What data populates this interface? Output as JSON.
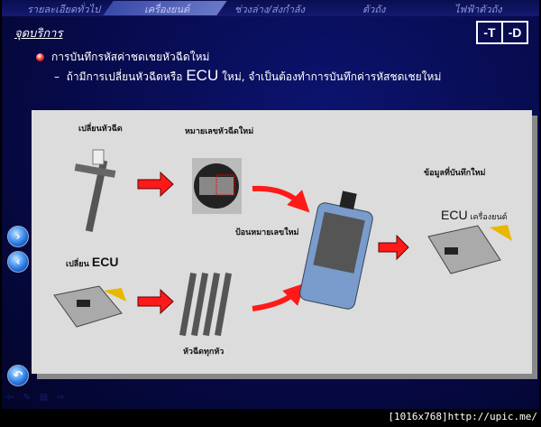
{
  "nav": {
    "tabs": [
      "รายละเอียดทั่วไป",
      "เครื่องยนต์",
      "ช่วงล่าง/ส่งกำลัง",
      "ตัวถัง",
      "ไฟฟ้าตัวถัง"
    ],
    "active": "เครื่องยนต์"
  },
  "title": "จุดบริการ",
  "badges": [
    "-T",
    "-D"
  ],
  "bullet": "การบันทึกรหัสค่าชดเชยหัวฉีดใหม่",
  "sub": {
    "dash": "–",
    "pre": "ถ้ามีการเปลี่ยนหัวฉีดหรือ",
    "ecu": "ECU",
    "post": "ใหม่, จำเป็นต้องทำการบันทึกค่ารหัสชดเชยใหม่"
  },
  "diagram": {
    "replace_injector": "เปลี่ยนหัวฉีด",
    "new_injector_code": "หมายเลขหัวฉีดใหม่",
    "replace_ecu_pre": "เปลี่ยน",
    "replace_ecu": "ECU",
    "input_new_code": "ป้อนหมายเลขใหม่",
    "all_injectors": "หัวฉีดทุกหัว",
    "new_saved_data": "ข้อมูลที่บันทึกใหม่",
    "target_ecu": "ECU",
    "target_ecu_suffix": "เครื่องยนต์"
  },
  "colors": {
    "arrow": "#ff1a1a",
    "background": "#070a4a",
    "panel": "#dcdcdc"
  },
  "watermark": "[1016x768]http://upic.me/"
}
